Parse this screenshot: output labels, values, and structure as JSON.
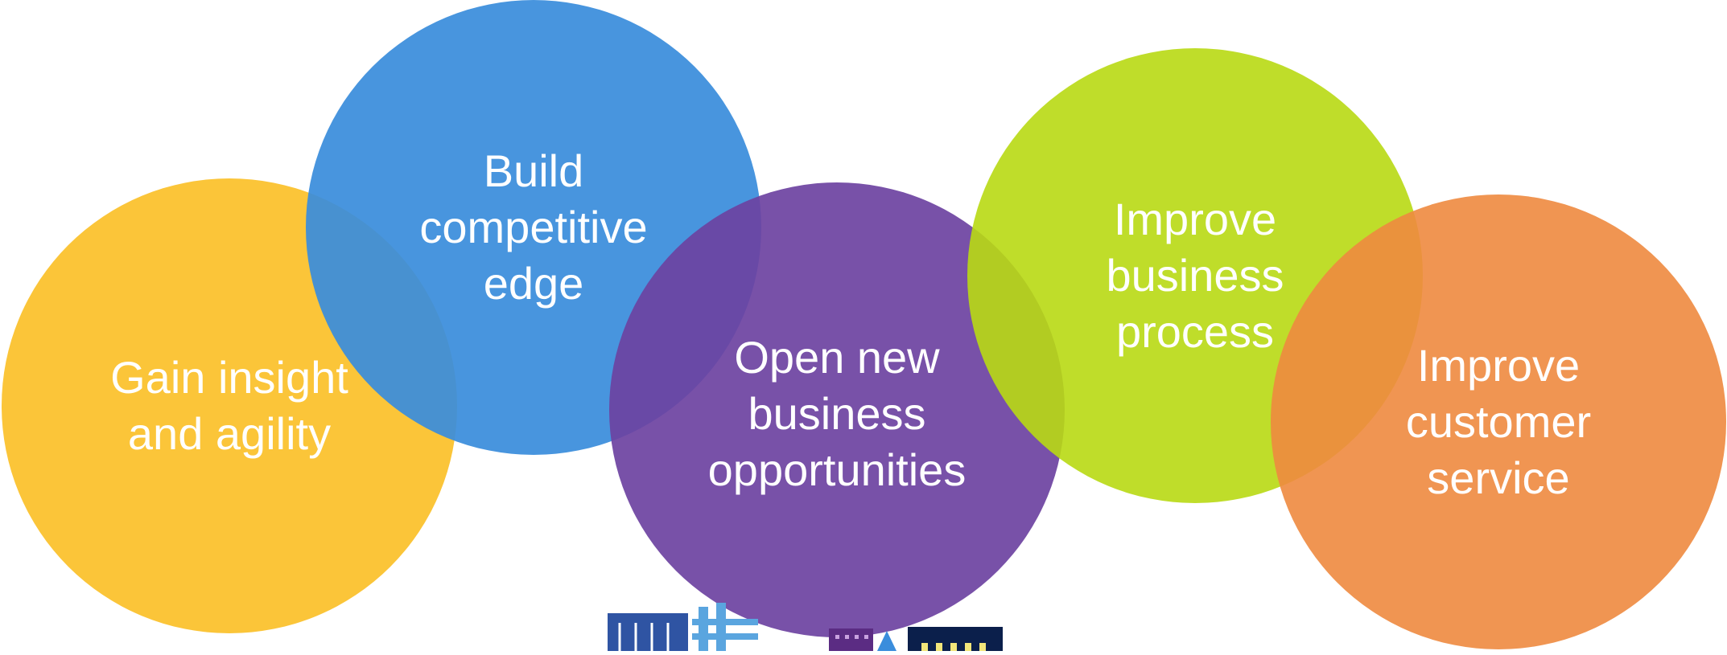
{
  "circles": [
    {
      "id": "gain-insight",
      "label": "Gain insight\nand agility",
      "color": "#FBBF24"
    },
    {
      "id": "build-competitive-edge",
      "label": "Build\ncompetitive\nedge",
      "color": "#3A8DDC"
    },
    {
      "id": "open-new-business",
      "label": "Open new\nbusiness\nopportunities",
      "color": "#6C42A1"
    },
    {
      "id": "improve-business-process",
      "label": "Improve\nbusiness\nprocess",
      "color": "#B8D913"
    },
    {
      "id": "improve-customer-service",
      "label": "Improve\ncustomer\nservice",
      "color": "#EE8A3F"
    }
  ],
  "icons": [
    {
      "name": "building-icon",
      "color": "#2F54A3"
    },
    {
      "name": "cloud-grid-icon",
      "color": "#5AA5DF"
    },
    {
      "name": "factory-icon",
      "color": "#5B2C83"
    },
    {
      "name": "office-icon",
      "color": "#0B1F4B"
    }
  ]
}
